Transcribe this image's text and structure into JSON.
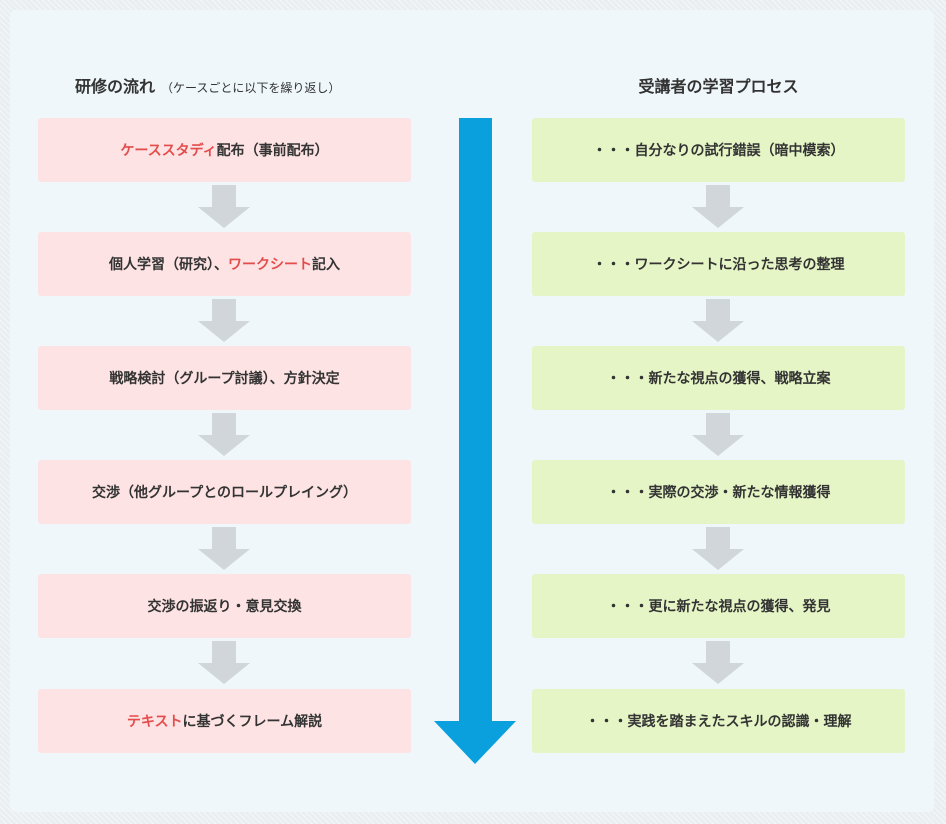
{
  "left": {
    "heading": "研修の流れ",
    "heading_note": "（ケースごとに以下を繰り返し）",
    "steps": [
      {
        "hl": "ケーススタディ",
        "pre": "",
        "post": "配布（事前配布）"
      },
      {
        "pre": "個人学習（研究）、",
        "hl": "ワークシート",
        "post": "記入"
      },
      {
        "pre": "戦略検討（グループ討議）、方針決定",
        "hl": "",
        "post": ""
      },
      {
        "pre": "交渉（他グループとのロールプレイング）",
        "hl": "",
        "post": ""
      },
      {
        "pre": "交渉の振返り・意見交換",
        "hl": "",
        "post": ""
      },
      {
        "pre": "",
        "hl": "テキスト",
        "post": "に基づくフレーム解説"
      }
    ]
  },
  "right": {
    "heading": "受講者の学習プロセス",
    "steps": [
      "・・・自分なりの試行錯誤（暗中模索）",
      "・・・ワークシートに沿った思考の整理",
      "・・・新たな視点の獲得、戦略立案",
      "・・・実際の交渉・新たな情報獲得",
      "・・・更に新たな視点の獲得、発見",
      "・・・実践を踏まえたスキルの認識・理解"
    ]
  },
  "colors": {
    "left_box": "#fde3e3",
    "right_box": "#e5f5c6",
    "highlight": "#e44c4c",
    "small_arrow": "#d0d6d9",
    "main_arrow": "#0aa0de"
  }
}
